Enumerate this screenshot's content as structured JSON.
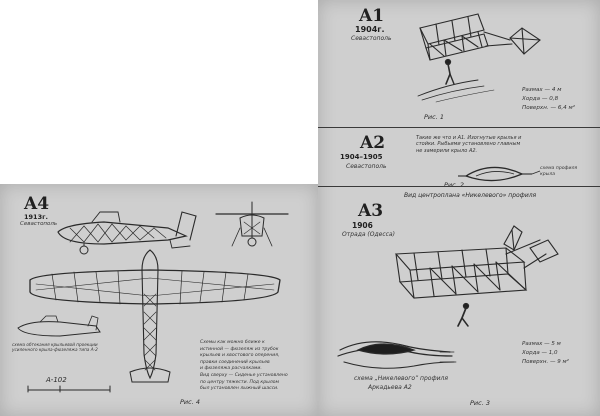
{
  "panels": {
    "a1": {
      "label": "A1",
      "year": "1904г.",
      "place": "Севастополь",
      "stats": [
        "Размах — 4 м",
        "Хорда — 0,8",
        "Поверхн. — 6,4 м²"
      ],
      "figure": "Рис. 1"
    },
    "a2": {
      "label": "A2",
      "year": "1904–1905",
      "place": "Севастополь",
      "note": [
        "Такие же что и А1. Изогнутые крылья и",
        "стойки. Рыбьими установлено главным",
        "не замерили крыло А2."
      ],
      "diagram_label": "схема профиля крыла",
      "figure": "Рис. 2"
    },
    "a3": {
      "label": "A3",
      "year": "1906",
      "place": "Отрада (Одесса)",
      "header_note": "Вид центроплана «Никелевого» профиля",
      "stats": [
        "Размах — 5 м",
        "Хорда — 1,0",
        "Поверхн. — 9 м²"
      ],
      "profile_caption": [
        "схема „Никелевого” профиля",
        "Аркадьева А2"
      ],
      "figure": "Рис. 3"
    },
    "a4": {
      "label": "A4",
      "year": "1913г.",
      "place": "Севастополь",
      "left_note": [
        "схема обтекания крыльевой проекции",
        "усиленного крыла-фюзеляжа типа А-2"
      ],
      "scale_label": "А-102",
      "text_block": [
        "Схемы как можно ближе к",
        "истинной — фюзеляж из трубок",
        "крыльев и хвостового оперения,",
        "правки соединений крыльев",
        "и фюзеляжа расчалками.",
        "Вид сверху — Сиденье установлено",
        "по центру тяжести. Под крылом",
        "был установлен лыжный шасси."
      ],
      "figure": "Рис. 4"
    }
  }
}
